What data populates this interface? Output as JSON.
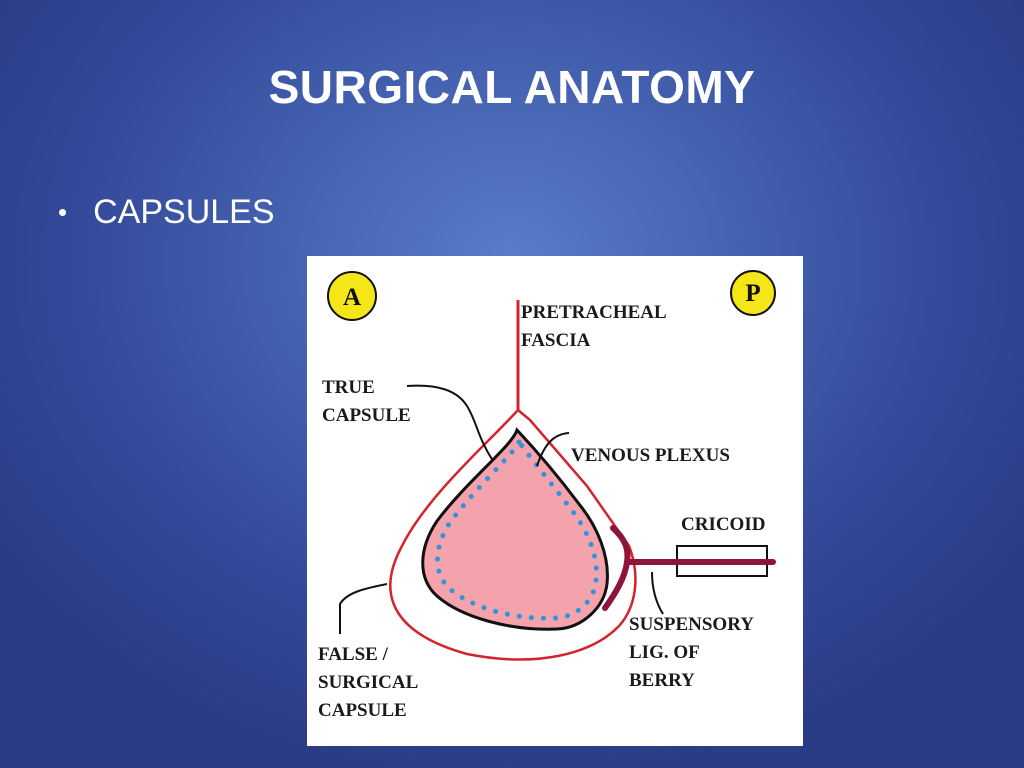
{
  "slide": {
    "title": "SURGICAL ANATOMY",
    "bullet": "CAPSULES"
  },
  "diagram": {
    "markers": {
      "anterior": "A",
      "posterior": "P"
    },
    "labels": {
      "pretracheal_fascia": [
        "PRETRACHEAL",
        "FASCIA"
      ],
      "true_capsule": [
        "TRUE",
        "CAPSULE"
      ],
      "venous_plexus": "VENOUS PLEXUS",
      "cricoid": "CRICOID",
      "suspensory_ligament": [
        "SUSPENSORY",
        "LIG. OF",
        "BERRY"
      ],
      "false_capsule": [
        "FALSE /",
        "SURGICAL",
        "CAPSULE"
      ]
    },
    "colors": {
      "background": "#3e58a6",
      "gland_fill": "#f4a3ad",
      "fascia_red": "#d4232c",
      "ligament_maroon": "#8e1539",
      "plexus_dots": "#2f95d8",
      "marker_yellow": "#f4e617"
    }
  }
}
